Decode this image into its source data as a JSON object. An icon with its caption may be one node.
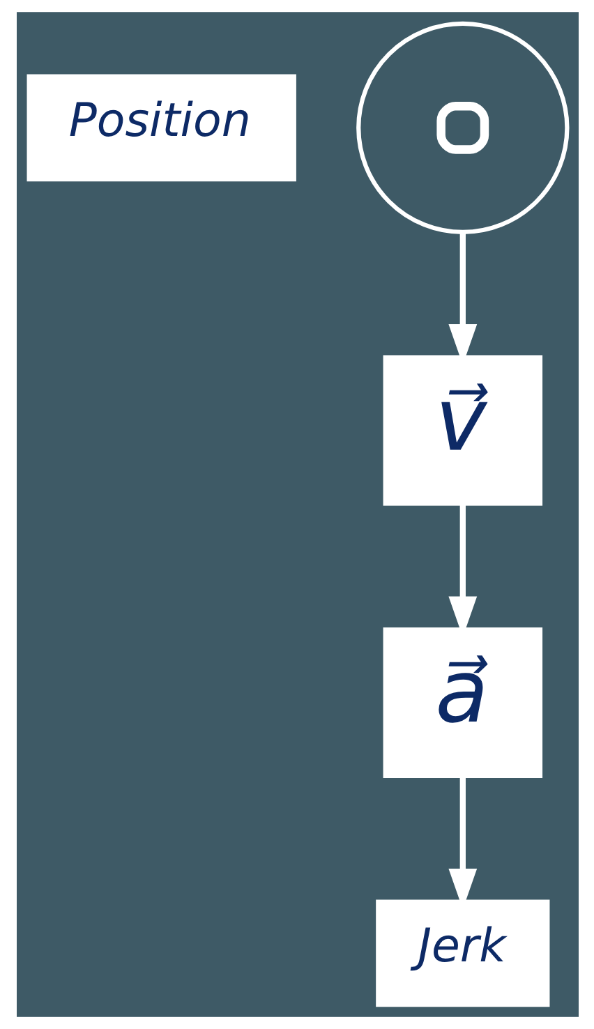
{
  "diagram": {
    "nodes": [
      {
        "text": [
          "Position"
        ]
      },
      {
        "text": [],
        "shape": "circle"
      },
      {
        "text": [
          "v⃗"
        ]
      },
      {
        "text": [
          "a⃗"
        ]
      },
      {
        "text": [
          "Jerk"
        ]
      }
    ],
    "edges": [
      {
        "from": 1,
        "to": 2,
        "arrow": "to"
      },
      {
        "from": 2,
        "to": 3,
        "arrow": "to"
      },
      {
        "from": 3,
        "to": 4,
        "arrow": "to"
      }
    ]
  }
}
